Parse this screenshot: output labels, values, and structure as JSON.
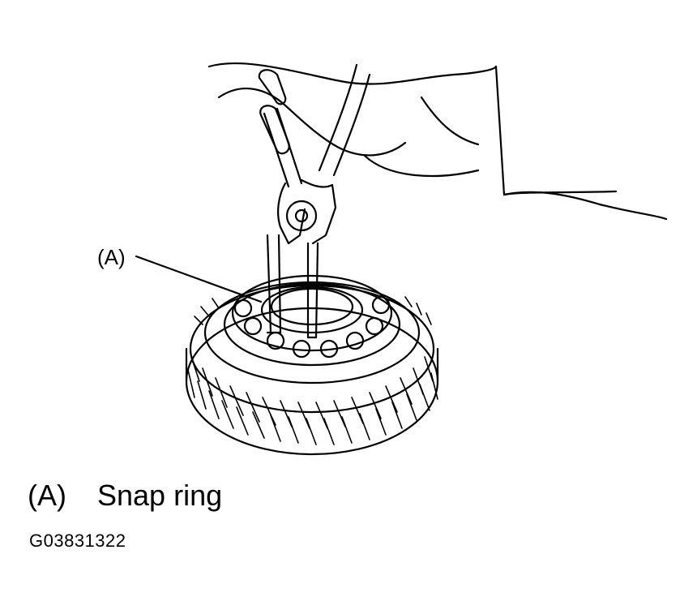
{
  "diagram": {
    "callout": "(A)",
    "legend": [
      {
        "key": "(A)",
        "label": "Snap ring"
      }
    ],
    "figure_id": "G03831322"
  }
}
